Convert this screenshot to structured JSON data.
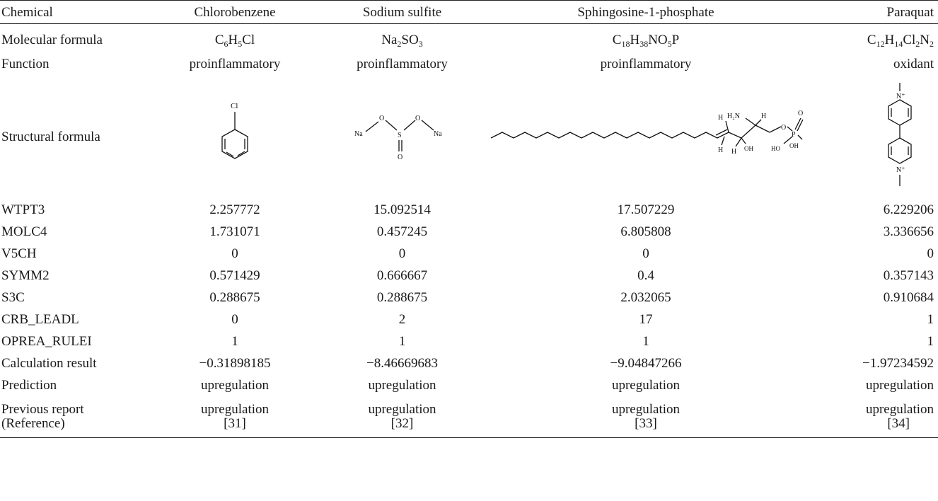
{
  "table": {
    "headers": [
      "Chemical",
      "Chlorobenzene",
      "Sodium sulfite",
      "Sphingosine-1-phosphate",
      "Paraquat"
    ],
    "formula_label": "Molecular formula",
    "formulas": [
      [
        {
          "t": "C"
        },
        {
          "s": "6"
        },
        {
          "t": "H"
        },
        {
          "s": "5"
        },
        {
          "t": "Cl"
        }
      ],
      [
        {
          "t": "Na"
        },
        {
          "s": "2"
        },
        {
          "t": "SO"
        },
        {
          "s": "3"
        }
      ],
      [
        {
          "t": "C"
        },
        {
          "s": "18"
        },
        {
          "t": "H"
        },
        {
          "s": "38"
        },
        {
          "t": "NO"
        },
        {
          "s": "5"
        },
        {
          "t": "P"
        }
      ],
      [
        {
          "t": "C"
        },
        {
          "s": "12"
        },
        {
          "t": "H"
        },
        {
          "s": "14"
        },
        {
          "t": "Cl"
        },
        {
          "s": "2"
        },
        {
          "t": "N"
        },
        {
          "s": "2"
        }
      ]
    ],
    "function_label": "Function",
    "functions": [
      "proinflammatory",
      "proinflammatory",
      "proinflammatory",
      "oxidant"
    ],
    "structure_label": "Structural formula",
    "structure_atoms": {
      "chlorobenzene": {
        "cl": "Cl"
      },
      "sodium_sulfite": {
        "na1": "Na",
        "o1": "O",
        "s": "S",
        "o2": "O",
        "na2": "Na",
        "o3": "O"
      },
      "s1p": {
        "h1": "H",
        "h2n": "H₂N",
        "h3": "H",
        "o1": "O",
        "p": "P",
        "o2": "O",
        "oh1": "OH",
        "ho": "HO",
        "h4": "H",
        "h5": "H",
        "oh2": "OH"
      },
      "paraquat": {
        "n1": "N⁺",
        "n2": "N⁺"
      }
    },
    "rows": [
      {
        "label": "WTPT3",
        "values": [
          "2.257772",
          "15.092514",
          "17.507229",
          "6.229206"
        ]
      },
      {
        "label": "MOLC4",
        "values": [
          "1.731071",
          "0.457245",
          "6.805808",
          "3.336656"
        ]
      },
      {
        "label": "V5CH",
        "values": [
          "0",
          "0",
          "0",
          "0"
        ]
      },
      {
        "label": "SYMM2",
        "values": [
          "0.571429",
          "0.666667",
          "0.4",
          "0.357143"
        ]
      },
      {
        "label": "S3C",
        "values": [
          "0.288675",
          "0.288675",
          "2.032065",
          "0.910684"
        ]
      },
      {
        "label": "CRB_LEADL",
        "values": [
          "0",
          "2",
          "17",
          "1"
        ]
      },
      {
        "label": "OPREA_RULEI",
        "values": [
          "1",
          "1",
          "1",
          "1"
        ]
      },
      {
        "label": "Calculation result",
        "values": [
          "−0.31898185",
          "−8.46669683",
          "−9.04847266",
          "−1.97234592"
        ]
      },
      {
        "label": "Prediction",
        "values": [
          "upregulation",
          "upregulation",
          "upregulation",
          "upregulation"
        ]
      }
    ],
    "report": {
      "label_line1": "Previous report",
      "label_line2": "(Reference)",
      "values": [
        "upregulation",
        "upregulation",
        "upregulation",
        "upregulation"
      ],
      "refs": [
        "[31]",
        "[32]",
        "[33]",
        "[34]"
      ]
    }
  }
}
